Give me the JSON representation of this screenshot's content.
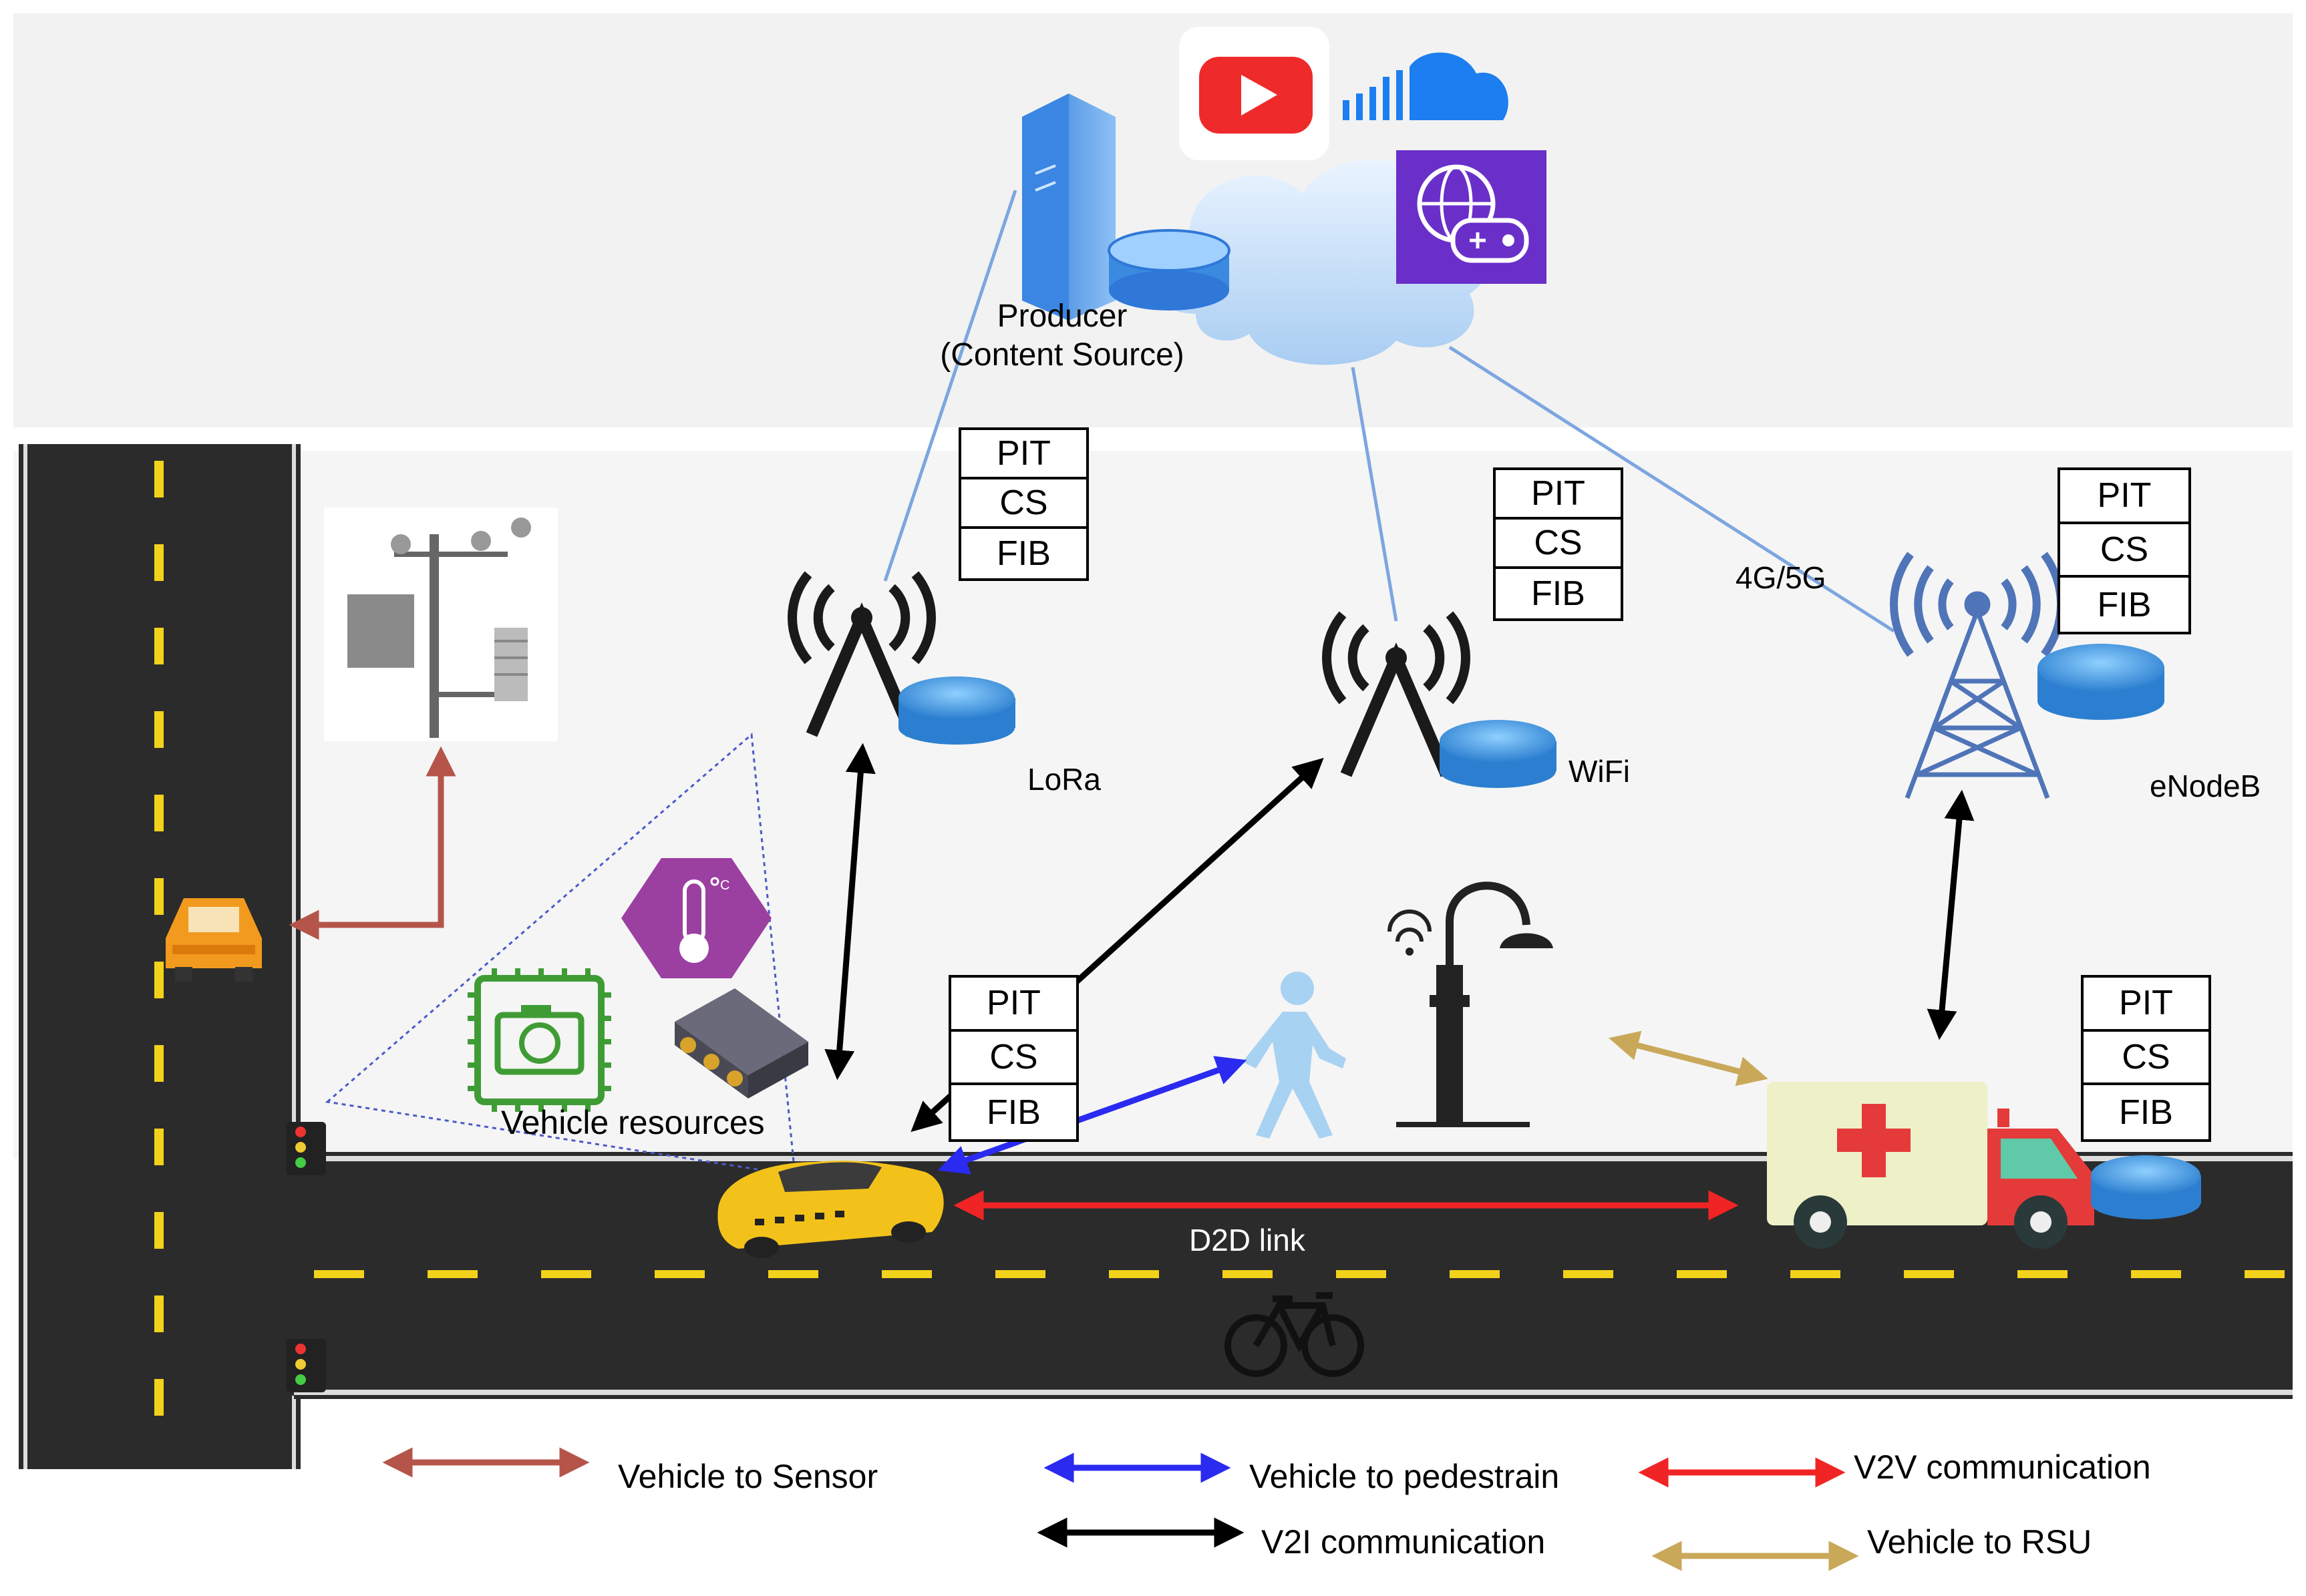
{
  "producer": {
    "line1": "Producer",
    "line2": "(Content Source)"
  },
  "tables": {
    "lora": [
      "PIT",
      "CS",
      "FIB"
    ],
    "wifi": [
      "PIT",
      "CS",
      "FIB"
    ],
    "enodeb": [
      "PIT",
      "CS",
      "FIB"
    ],
    "vehicle": [
      "PIT",
      "CS",
      "FIB"
    ],
    "ambulance": [
      "PIT",
      "CS",
      "FIB"
    ]
  },
  "nodes": {
    "lora": "LoRa",
    "wifi": "WiFi",
    "enodeb": "eNodeB",
    "cellular": "4G/5G"
  },
  "labels": {
    "vehicle_resources": "Vehicle resources",
    "d2d_link": "D2D link"
  },
  "legend": [
    {
      "label": "Vehicle to Sensor",
      "color": "#b5554a"
    },
    {
      "label": "Vehicle to pedestrain",
      "color": "#2a2af0"
    },
    {
      "label": "V2V communication",
      "color": "#f02424"
    },
    {
      "label": "V2I communication",
      "color": "#000000"
    },
    {
      "label": "Vehicle to RSU",
      "color": "#c9a85a"
    }
  ],
  "colors": {
    "road": "#2b2b2b",
    "lane_mark": "#f2d21b",
    "background_top": "#f2f2f2",
    "background_mid": "#f5f5f5",
    "link_line": "#7da6e0"
  },
  "icons": [
    "server-icon",
    "database-icon",
    "cloud-icon",
    "youtube-icon",
    "soundcloud-icon",
    "gaming-icon",
    "antenna-icon",
    "router-icon",
    "cell-tower-icon",
    "weather-station-icon",
    "temperature-sensor-icon",
    "camera-chip-icon",
    "gps-module-icon",
    "pedestrian-icon",
    "streetlight-icon",
    "taxi-icon",
    "ambulance-icon",
    "bicycle-icon",
    "traffic-light-icon",
    "car-icon"
  ]
}
